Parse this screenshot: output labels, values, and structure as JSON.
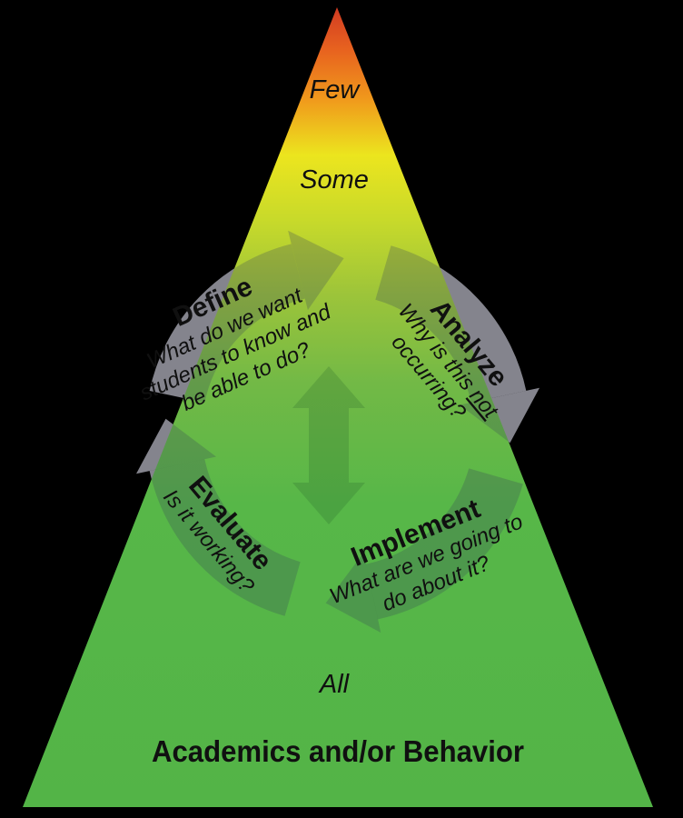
{
  "diagram": {
    "name": "Tiered intervention pyramid with problem-solving cycle",
    "tiers": {
      "few": "Few",
      "some": "Some",
      "all": "All"
    },
    "base_label": "Academics and/or Behavior",
    "cycle": {
      "define": {
        "title": "Define",
        "q1": "What do we want",
        "q2": "students to know and",
        "q3": "be able to do?"
      },
      "analyze": {
        "title": "Analyze",
        "q1_pre": "Why is this",
        "q1_underlined": "not",
        "q2": "occurring?"
      },
      "implement": {
        "title": "Implement",
        "q1": "What are we going to",
        "q2": "do about it?"
      },
      "evaluate": {
        "title": "Evaluate",
        "q1": "Is it working?"
      }
    }
  },
  "colors": {
    "background": "#000000",
    "text": "#101010",
    "ring_gray": "#84848d",
    "ring_overlay": "rgba(55,65,90,0.26)",
    "center_arrow_overlay": "rgba(35,95,40,0.22)",
    "gradient": [
      "#d23b22",
      "#e8641f",
      "#f0991c",
      "#ece51e",
      "#c6d92b",
      "#9cc43a",
      "#72b946",
      "#57b748",
      "#53b447"
    ]
  }
}
